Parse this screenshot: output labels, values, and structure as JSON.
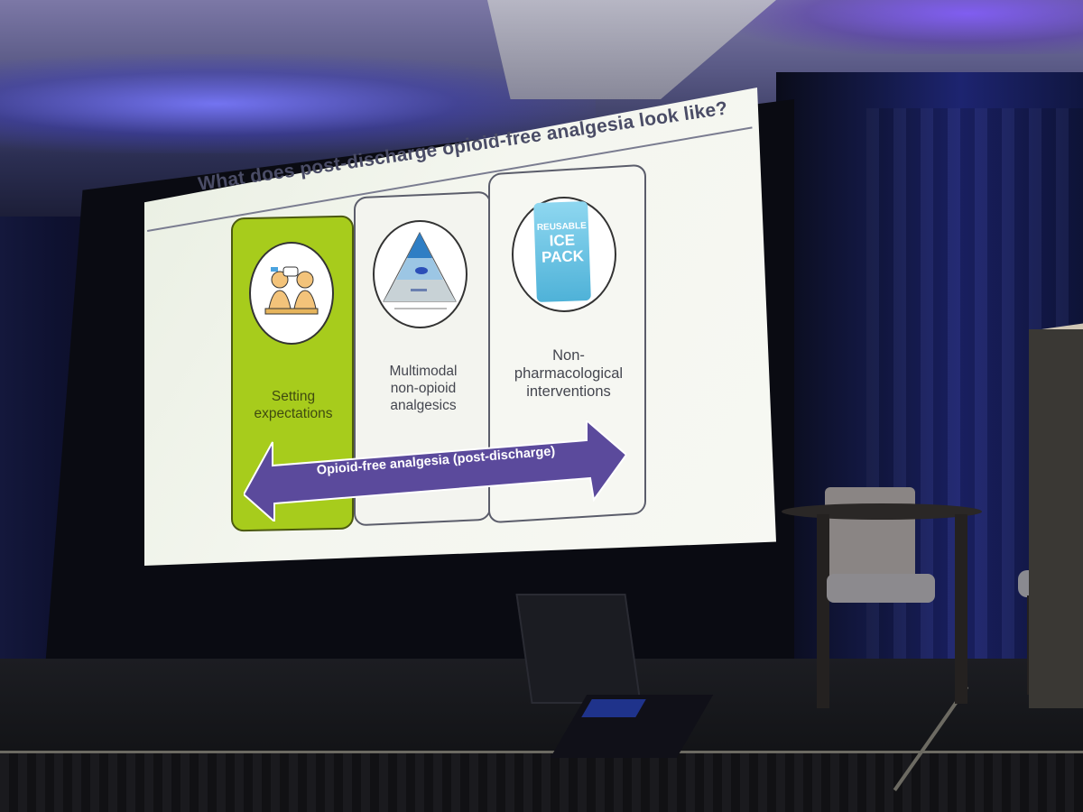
{
  "slide": {
    "title": "What does post-discharge opioid-free analgesia look like?",
    "cards": [
      {
        "label_line1": "Setting",
        "label_line2": "expectations",
        "label_line3": ""
      },
      {
        "label_line1": "Multimodal",
        "label_line2": "non-opioid",
        "label_line3": "analgesics"
      },
      {
        "label_line1": "Non-",
        "label_line2": "pharmacological",
        "label_line3": "interventions"
      }
    ],
    "arrow_label": "Opioid-free analgesia (post-discharge)",
    "ice_pack": {
      "line1": "REUSABLE",
      "line2": "ICE",
      "line3": "PACK"
    },
    "colors": {
      "highlight_card": "#a7cc1c",
      "arrow": "#5b4a9c",
      "title": "#4a4c66"
    }
  }
}
